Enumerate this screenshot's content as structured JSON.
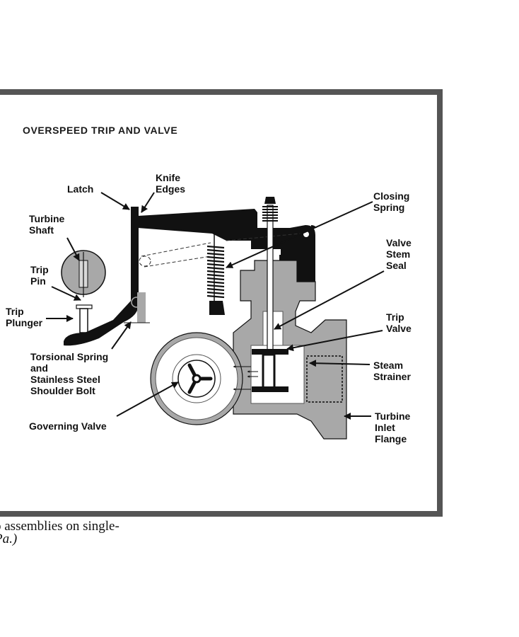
{
  "figure": {
    "title": "OVERSPEED TRIP AND VALVE",
    "labels": {
      "latch": "Latch",
      "knife_edges": [
        "Knife",
        "Edges"
      ],
      "closing_spring": [
        "Closing",
        "Spring"
      ],
      "turbine_shaft": [
        "Turbine",
        "Shaft"
      ],
      "trip_pin": [
        "Trip",
        "Pin"
      ],
      "trip_plunger": [
        "Trip",
        "Plunger"
      ],
      "valve_stem_seal": [
        "Valve",
        "Stem",
        "Seal"
      ],
      "trip_valve": [
        "Trip",
        "Valve"
      ],
      "steam_strainer": [
        "Steam",
        "Strainer"
      ],
      "torsional_spring": [
        "Torsional Spring",
        "and",
        "Stainless Steel",
        "Shoulder Bolt"
      ],
      "governing_valve": "Governing Valve",
      "turbine_inlet_flange": [
        "Turbine",
        "Inlet",
        "Flange"
      ]
    },
    "colors": {
      "frame": "#555555",
      "metal_dark": "#111111",
      "metal_gray": "#a8a8a8",
      "background": "#ffffff"
    }
  },
  "caption": {
    "line1": "o assemblies on single-",
    "line2": "Pa.)"
  }
}
